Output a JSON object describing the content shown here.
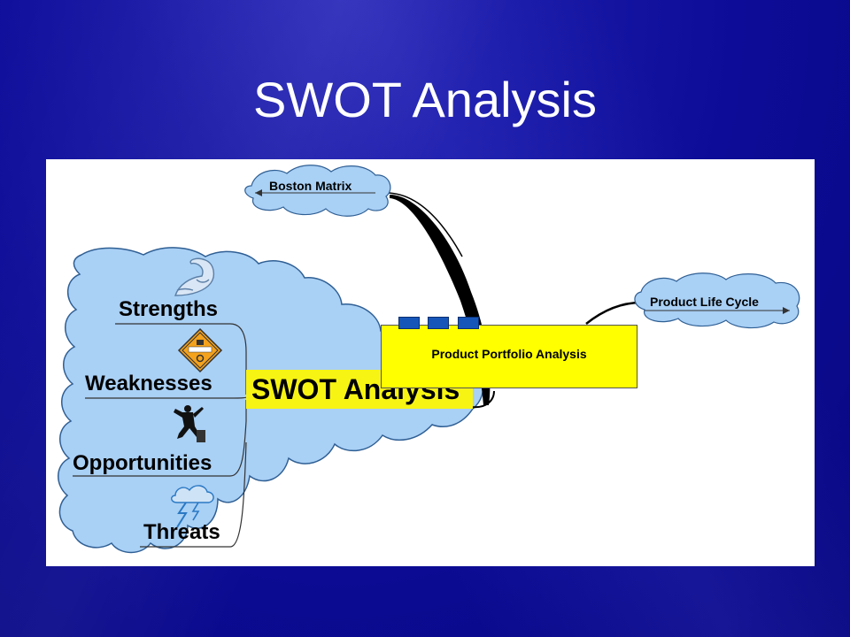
{
  "slide": {
    "title": "SWOT Analysis"
  },
  "diagram": {
    "center_label": "SWOT Analysis",
    "branches": [
      "Strengths",
      "Weaknesses",
      "Opportunities",
      "Threats"
    ],
    "nodes": {
      "boston_matrix": "Boston Matrix",
      "product_life_cycle": "Product Life Cycle",
      "product_portfolio": "Product Portfolio Analysis"
    },
    "icon_names": {
      "strengths": "flexed-arm-icon",
      "weaknesses": "attention-sign-icon",
      "opportunities": "businessman-leaping-icon",
      "threats": "storm-cloud-lightning-icon"
    },
    "colors": {
      "background": "#0c0c98",
      "cloud": "#a9d0f5",
      "center_highlight": "#f7f414",
      "portfolio_box": "#ffff00",
      "tab": "#1656b8"
    }
  }
}
